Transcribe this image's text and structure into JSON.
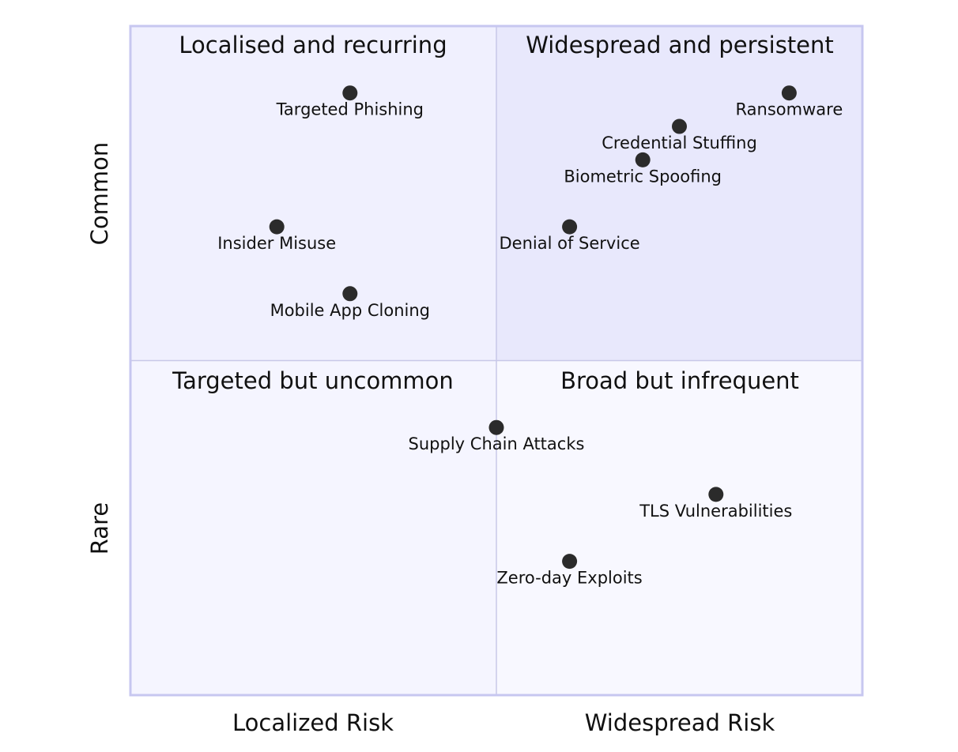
{
  "chart_data": {
    "type": "scatter",
    "subtype": "quadrant",
    "x_axis": {
      "left_label": "Localized Risk",
      "right_label": "Widespread Risk"
    },
    "y_axis": {
      "bottom_label": "Rare",
      "top_label": "Common"
    },
    "xlim": [
      0,
      1
    ],
    "ylim": [
      0,
      1
    ],
    "quadrants": {
      "top_right": {
        "label": "Widespread and persistent",
        "color": "#e8e8fc"
      },
      "top_left": {
        "label": "Localised and recurring",
        "color": "#f0f0fe"
      },
      "bottom_left": {
        "label": "Targeted but uncommon",
        "color": "#f5f5ff"
      },
      "bottom_right": {
        "label": "Broad but infrequent",
        "color": "#f8f8ff"
      }
    },
    "border_color": "#c7c7f0",
    "divider_color": "#c8c8e8",
    "point_color": "#2b2b2b",
    "points": [
      {
        "label": "Targeted Phishing",
        "x": 0.3,
        "y": 0.9
      },
      {
        "label": "Ransomware",
        "x": 0.9,
        "y": 0.9
      },
      {
        "label": "Credential Stuffing",
        "x": 0.75,
        "y": 0.85
      },
      {
        "label": "Biometric Spoofing",
        "x": 0.7,
        "y": 0.8
      },
      {
        "label": "Insider Misuse",
        "x": 0.2,
        "y": 0.7
      },
      {
        "label": "Denial of Service",
        "x": 0.6,
        "y": 0.7
      },
      {
        "label": "Mobile App Cloning",
        "x": 0.3,
        "y": 0.6
      },
      {
        "label": "Supply Chain Attacks",
        "x": 0.5,
        "y": 0.4
      },
      {
        "label": "TLS Vulnerabilities",
        "x": 0.8,
        "y": 0.3
      },
      {
        "label": "Zero-day Exploits",
        "x": 0.6,
        "y": 0.2
      }
    ]
  }
}
